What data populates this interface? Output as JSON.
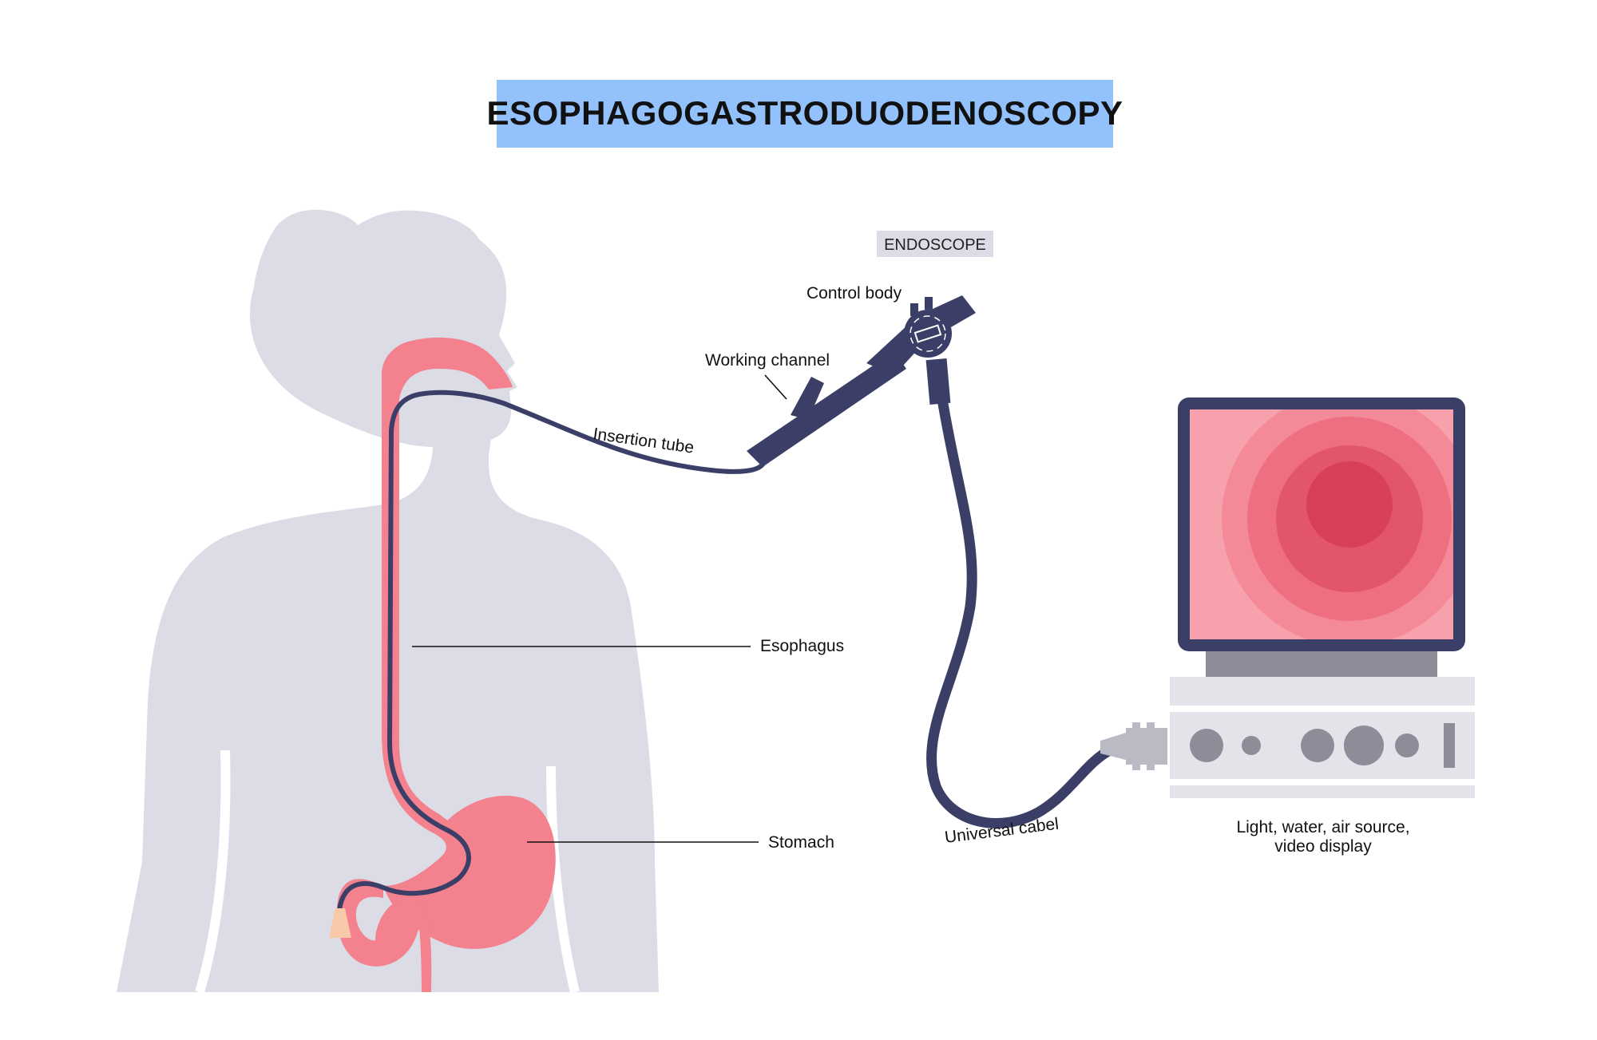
{
  "title": "ESOPHAGOGASTRODUODENOSCOPY",
  "section_tag": "ENDOSCOPE",
  "labels": {
    "control_body": "Control body",
    "working_channel": "Working channel",
    "insertion_tube": "Insertion tube",
    "esophagus": "Esophagus",
    "stomach": "Stomach",
    "universal_cable": "Universal cabel",
    "source_line1": "Light, water, air source,",
    "source_line2": "video display"
  },
  "colors": {
    "title_banner": "#93c1fb",
    "tag_background": "#dcdce6",
    "silhouette": "#dcdce6",
    "organ_pink": "#f3818e",
    "endoscope_navy": "#3b3f68",
    "monitor_pink_light": "#f7a1ad",
    "monitor_pink_dark": "#d8405a",
    "device_gray": "#8c8d99",
    "device_light": "#e3e3ea"
  },
  "icons": [
    "human-silhouette-icon",
    "endoscope-icon",
    "monitor-icon",
    "light-source-unit-icon"
  ]
}
